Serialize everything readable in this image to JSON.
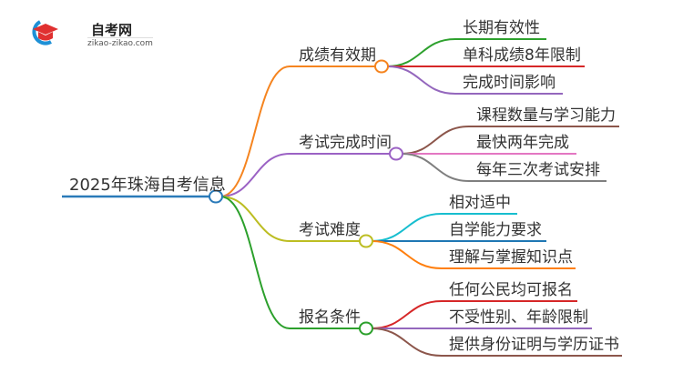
{
  "logo": {
    "title": "自考网",
    "url": "zikao-zikao.com"
  },
  "root": {
    "label": "2025年珠海自考信息",
    "color": "#2a7ab9"
  },
  "branches": [
    {
      "label": "成绩有效期",
      "color": "#f5841f",
      "children": [
        {
          "label": "长期有效性",
          "color": "#2ea12e"
        },
        {
          "label": "单科成绩8年限制",
          "color": "#d62728"
        },
        {
          "label": "完成时间影响",
          "color": "#9467bd"
        }
      ]
    },
    {
      "label": "考试完成时间",
      "color": "#9b62c4",
      "children": [
        {
          "label": "课程数量与学习能力",
          "color": "#8c564b"
        },
        {
          "label": "最快两年完成",
          "color": "#e377c2"
        },
        {
          "label": "每年三次考试安排",
          "color": "#7f7f7f"
        }
      ]
    },
    {
      "label": "考试难度",
      "color": "#bcbd22",
      "children": [
        {
          "label": "相对适中",
          "color": "#17becf"
        },
        {
          "label": "自学能力要求",
          "color": "#1f77b4"
        },
        {
          "label": "理解与掌握知识点",
          "color": "#ff7f0e"
        }
      ]
    },
    {
      "label": "报名条件",
      "color": "#2ca02c",
      "children": [
        {
          "label": "任何公民均可报名",
          "color": "#d62728"
        },
        {
          "label": "不受性别、年龄限制",
          "color": "#9467bd"
        },
        {
          "label": "提供身份证明与学历证书",
          "color": "#8c564b"
        }
      ]
    }
  ]
}
